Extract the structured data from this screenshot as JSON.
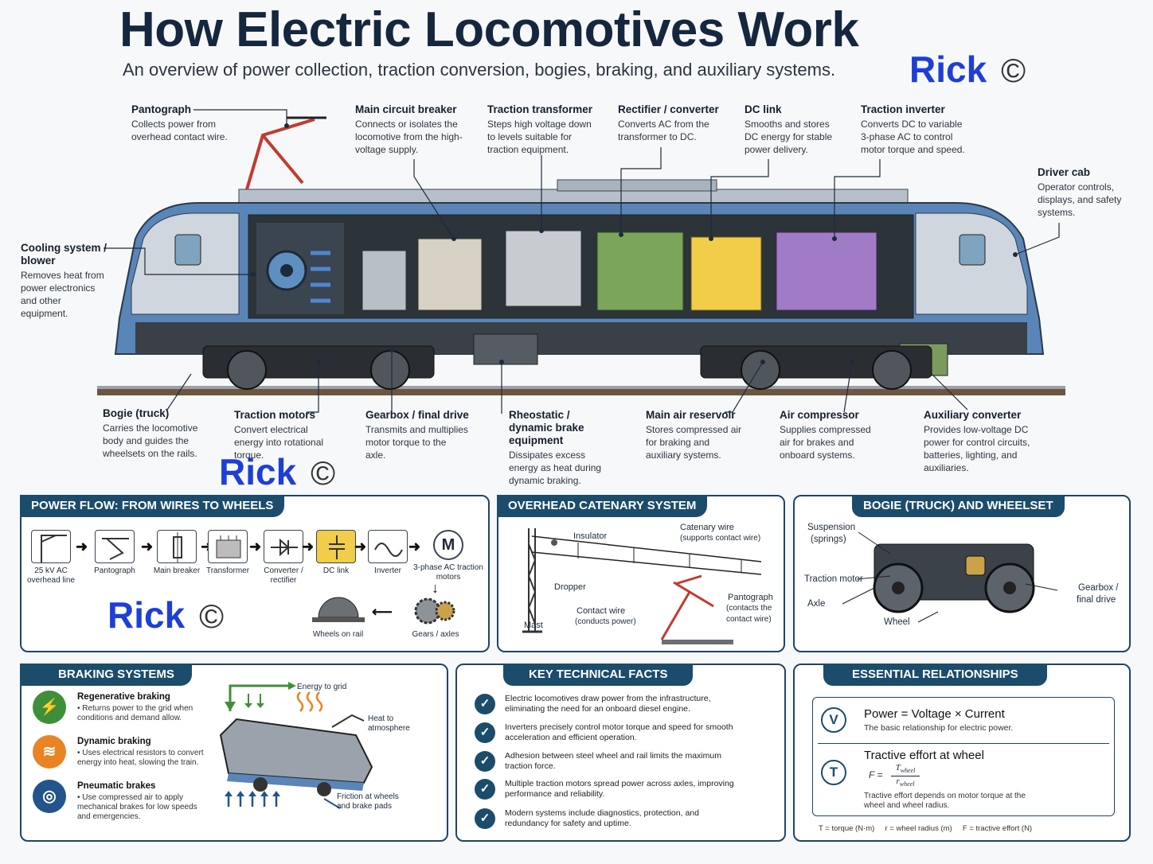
{
  "header": {
    "title": "How Electric Locomotives Work",
    "subtitle": "An overview of power collection, traction conversion, bogies, braking, and auxiliary systems."
  },
  "watermarks": {
    "name": "Rick",
    "symbol": "©"
  },
  "top_callouts": [
    {
      "title": "Pantograph",
      "desc": "Collects power from overhead contact wire."
    },
    {
      "title": "Main circuit breaker",
      "desc": "Connects or isolates the locomotive from the high-voltage supply."
    },
    {
      "title": "Traction transformer",
      "desc": "Steps high voltage down to levels suitable for traction equipment."
    },
    {
      "title": "Rectifier / converter",
      "desc": "Converts AC from the transformer to DC."
    },
    {
      "title": "DC link",
      "desc": "Smooths and stores DC energy for stable power delivery."
    },
    {
      "title": "Traction inverter",
      "desc": "Converts DC to variable 3-phase AC to control motor torque and speed."
    },
    {
      "title": "Driver cab",
      "desc": "Operator controls, displays, and safety systems."
    },
    {
      "title": "Cooling system / blower",
      "desc": "Removes heat from power electronics and other equipment."
    }
  ],
  "bottom_callouts": [
    {
      "title": "Bogie (truck)",
      "desc": "Carries the locomotive body and guides the wheelsets on the rails."
    },
    {
      "title": "Traction motors",
      "desc": "Convert electrical energy into rotational torque."
    },
    {
      "title": "Gearbox / final drive",
      "desc": "Transmits and multiplies motor torque to the axle."
    },
    {
      "title": "Rheostatic / dynamic brake equipment",
      "desc": "Dissipates excess energy as heat during dynamic braking."
    },
    {
      "title": "Main air reservoir",
      "desc": "Stores compressed air for braking and auxiliary systems."
    },
    {
      "title": "Air compressor",
      "desc": "Supplies compressed air for brakes and onboard systems."
    },
    {
      "title": "Auxiliary converter",
      "desc": "Provides low-voltage DC power for control circuits, batteries, lighting, and auxiliaries."
    }
  ],
  "power_flow": {
    "title": "POWER FLOW: FROM WIRES TO WHEELS",
    "steps": [
      "25 kV AC overhead line",
      "Pantograph",
      "Main breaker",
      "Transformer",
      "Converter / rectifier",
      "DC link",
      "Inverter",
      "3-phase AC traction motors"
    ],
    "return_steps": [
      "Gears / axles",
      "Wheels on rail"
    ],
    "motor_symbol": "M"
  },
  "catenary": {
    "title": "OVERHEAD CATENARY SYSTEM",
    "labels": {
      "catenary_wire": "Catenary wire",
      "catenary_wire_note": "(supports contact wire)",
      "insulator": "Insulator",
      "dropper": "Dropper",
      "mast": "Mast",
      "contact_wire": "Contact wire",
      "contact_wire_note": "(conducts power)",
      "pantograph": "Pantograph",
      "pantograph_note": "(contacts the contact wire)"
    }
  },
  "bogie": {
    "title": "BOGIE (TRUCK) AND WHEELSET",
    "labels": {
      "suspension": "Suspension",
      "suspension_note": "(springs)",
      "traction_motor": "Traction motor",
      "axle": "Axle",
      "wheel": "Wheel",
      "gearbox": "Gearbox /",
      "gearbox_2": "final drive"
    }
  },
  "braking": {
    "title": "BRAKING SYSTEMS",
    "items": [
      {
        "title": "Regenerative braking",
        "desc": "• Returns power to the grid when conditions and demand allow.",
        "color": "#3f8f3a",
        "icon": "⚡"
      },
      {
        "title": "Dynamic braking",
        "desc": "• Uses electrical resistors to convert energy into heat, slowing the train.",
        "color": "#e98424",
        "icon": "≋"
      },
      {
        "title": "Pneumatic brakes",
        "desc": "• Use compressed air to apply mechanical brakes for low speeds and emergencies.",
        "color": "#23548c",
        "icon": "◎"
      }
    ],
    "labels": {
      "energy": "Energy to grid",
      "heat": "Heat to atmosphere",
      "friction": "Friction at wheels and brake pads"
    }
  },
  "facts": {
    "title": "KEY TECHNICAL FACTS",
    "items": [
      "Electric locomotives draw power from the infrastructure, eliminating the need for an onboard diesel engine.",
      "Inverters precisely control motor torque and speed for smooth acceleration and efficient operation.",
      "Adhesion between steel wheel and rail limits the maximum traction force.",
      "Multiple traction motors spread power across axles, improving performance and reliability.",
      "Modern systems include diagnostics, protection, and redundancy for safety and uptime."
    ]
  },
  "relationships": {
    "title": "ESSENTIAL RELATIONSHIPS",
    "power_title": "Power = Voltage × Current",
    "power_desc": "The basic relationship for electric power.",
    "tractive_title": "Tractive effort at wheel",
    "formula_lhs": "F =",
    "formula_num": "T",
    "formula_num_sub": "wheel",
    "formula_den": "r",
    "formula_den_sub": "wheel",
    "tractive_desc": "Tractive effort depends on motor torque at the wheel and wheel radius.",
    "legend": "T = torque (N·m)     r = wheel radius (m)     F = tractive effort (N)",
    "icon_v": "V",
    "icon_t": "T"
  },
  "colors": {
    "navy": "#1b4c6b",
    "body_blue": "#5a85b8",
    "body_grey": "#cfd6de",
    "rectifier_green": "#7aa55a",
    "dclink_yellow": "#f1cd4a",
    "inverter_purple": "#a07bc6"
  }
}
